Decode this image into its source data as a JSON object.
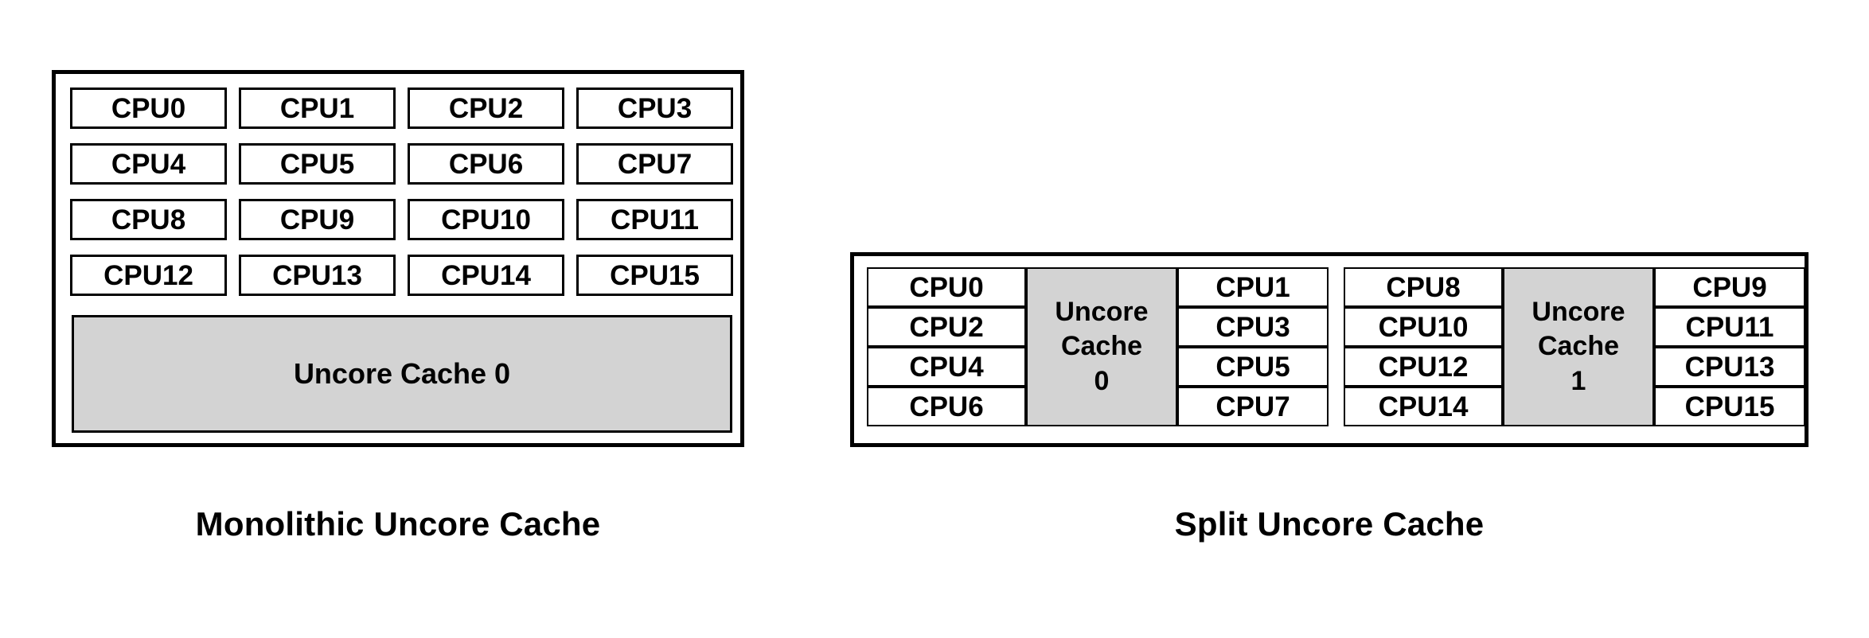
{
  "diagram": {
    "title_present": false,
    "colors": {
      "cache_fill": "#d3d3d3",
      "box_border": "#000000",
      "background": "#ffffff",
      "text": "#000000"
    }
  },
  "monolithic": {
    "caption": "Monolithic Uncore Cache",
    "cpus": [
      "CPU0",
      "CPU1",
      "CPU2",
      "CPU3",
      "CPU4",
      "CPU5",
      "CPU6",
      "CPU7",
      "CPU8",
      "CPU9",
      "CPU10",
      "CPU11",
      "CPU12",
      "CPU13",
      "CPU14",
      "CPU15"
    ],
    "cache_label": "Uncore Cache 0"
  },
  "split": {
    "caption": "Split Uncore Cache",
    "groups": [
      {
        "left_cpus": [
          "CPU0",
          "CPU2",
          "CPU4",
          "CPU6"
        ],
        "cache_lines": [
          "Uncore",
          "Cache",
          "0"
        ],
        "cache_label": "Uncore Cache 0",
        "right_cpus": [
          "CPU1",
          "CPU3",
          "CPU5",
          "CPU7"
        ]
      },
      {
        "left_cpus": [
          "CPU8",
          "CPU10",
          "CPU12",
          "CPU14"
        ],
        "cache_lines": [
          "Uncore",
          "Cache",
          "1"
        ],
        "cache_label": "Uncore Cache 1",
        "right_cpus": [
          "CPU9",
          "CPU11",
          "CPU13",
          "CPU15"
        ]
      }
    ]
  }
}
